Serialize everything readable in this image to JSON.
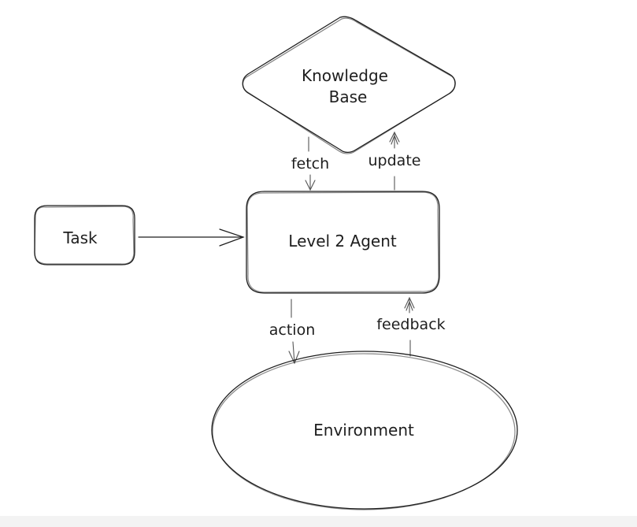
{
  "nodes": {
    "knowledge_base": {
      "line1": "Knowledge",
      "line2": "Base"
    },
    "task": {
      "label": "Task"
    },
    "agent": {
      "label": "Level 2 Agent"
    },
    "environment": {
      "label": "Environment"
    }
  },
  "edges": {
    "fetch": "fetch",
    "update": "update",
    "action": "action",
    "feedback": "feedback"
  }
}
